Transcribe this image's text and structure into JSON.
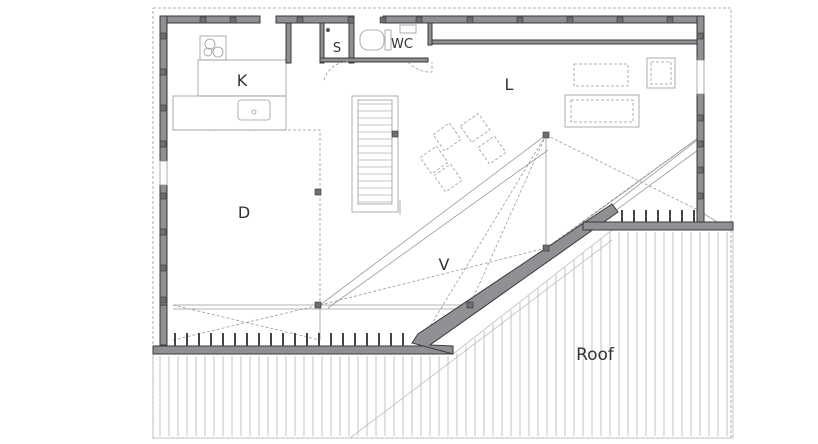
{
  "rooms": {
    "kitchen": "K",
    "living": "L",
    "dining": "D",
    "void": "V",
    "storage": "S",
    "toilet": "WC",
    "roof": "Roof"
  },
  "colors": {
    "wall_fill": "#8f8f94",
    "wall_stroke": "#3a3a3a",
    "line": "#9a9a9a",
    "text": "#333333"
  }
}
